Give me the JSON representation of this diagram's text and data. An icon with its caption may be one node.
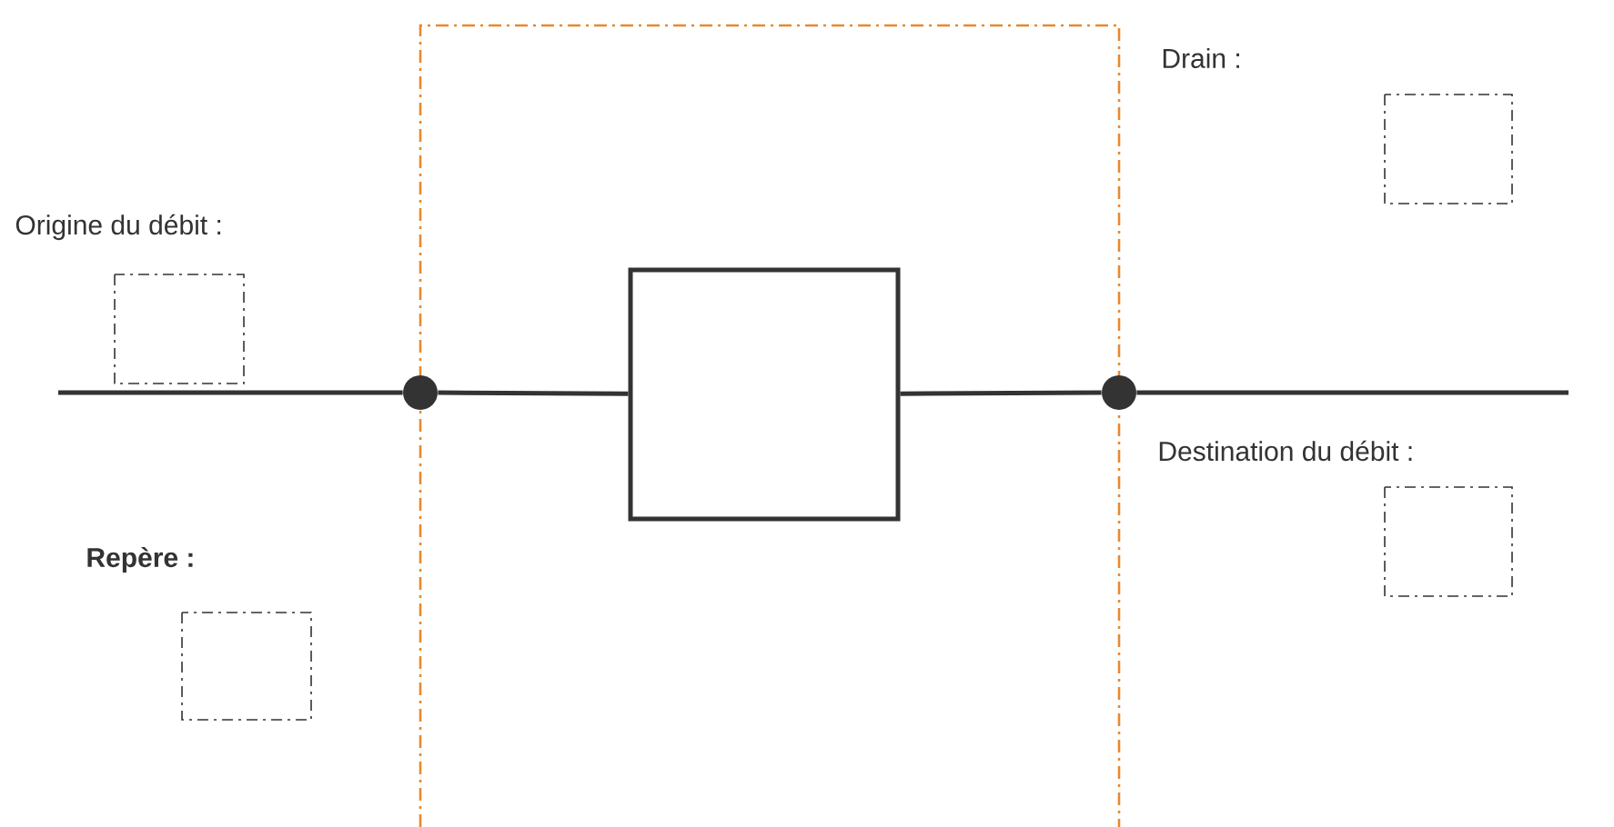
{
  "diagram": {
    "nodes": [
      {
        "text": [],
        "shape": "circle"
      },
      {
        "text": [],
        "shape": "box"
      },
      {
        "text": [],
        "shape": "circle"
      }
    ],
    "edges": [
      {
        "from": null,
        "to": 0,
        "arrow": "none"
      },
      {
        "from": 0,
        "to": 1,
        "arrow": "none"
      },
      {
        "from": 1,
        "to": 2,
        "arrow": "none"
      },
      {
        "from": 2,
        "to": null,
        "arrow": "none"
      }
    ],
    "labels": [
      "Drain :",
      "Origine du débit :",
      "Destination du débit :",
      "Repère :"
    ]
  }
}
